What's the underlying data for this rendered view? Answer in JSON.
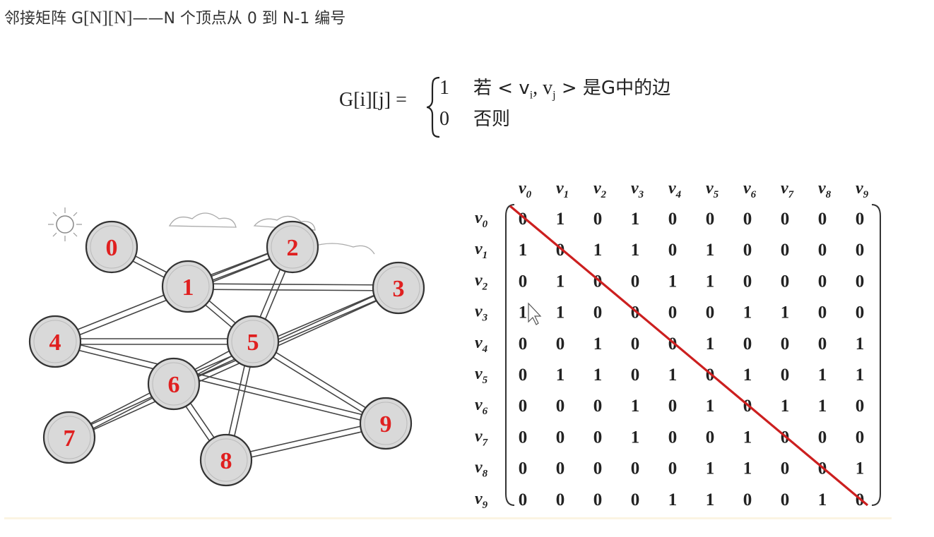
{
  "heading": {
    "prefix": "邻接矩阵 G",
    "bracket1": "[N]",
    "bracket2": "[N]",
    "dash": "——",
    "suffix": "N 个顶点从 0 到 N-1 编号"
  },
  "formula": {
    "lhs": "G[i][j] =",
    "row1": {
      "value": "1",
      "cond_prefix": "若 < v",
      "sub_i": "i",
      "comma": ", v",
      "sub_j": "j",
      "cond_suffix": " > 是G中的边"
    },
    "row2": {
      "value": "0",
      "cond": "否则"
    }
  },
  "graph": {
    "vertices": [
      "0",
      "1",
      "2",
      "3",
      "4",
      "5",
      "6",
      "7",
      "8",
      "9"
    ],
    "vertex_number_color": "#e02020",
    "vertex_fill": "#d9d9d9",
    "edges": [
      [
        0,
        1
      ],
      [
        1,
        2
      ],
      [
        1,
        3
      ],
      [
        1,
        5
      ],
      [
        2,
        4
      ],
      [
        2,
        5
      ],
      [
        3,
        6
      ],
      [
        3,
        7
      ],
      [
        4,
        5
      ],
      [
        4,
        9
      ],
      [
        5,
        6
      ],
      [
        5,
        8
      ],
      [
        5,
        9
      ],
      [
        6,
        8
      ],
      [
        7,
        6
      ],
      [
        8,
        9
      ]
    ]
  },
  "matrix": {
    "row_labels": [
      "v0",
      "v1",
      "v2",
      "v3",
      "v4",
      "v5",
      "v6",
      "v7",
      "v8",
      "v9"
    ],
    "col_labels": [
      "v0",
      "v1",
      "v2",
      "v3",
      "v4",
      "v5",
      "v6",
      "v7",
      "v8",
      "v9"
    ],
    "rows": [
      [
        0,
        1,
        0,
        1,
        0,
        0,
        0,
        0,
        0,
        0
      ],
      [
        1,
        0,
        1,
        1,
        0,
        1,
        0,
        0,
        0,
        0
      ],
      [
        0,
        1,
        0,
        0,
        1,
        1,
        0,
        0,
        0,
        0
      ],
      [
        1,
        1,
        0,
        0,
        0,
        0,
        1,
        1,
        0,
        0
      ],
      [
        0,
        0,
        1,
        0,
        0,
        1,
        0,
        0,
        0,
        1
      ],
      [
        0,
        1,
        1,
        0,
        1,
        0,
        1,
        0,
        1,
        1
      ],
      [
        0,
        0,
        0,
        1,
        0,
        1,
        0,
        1,
        1,
        0
      ],
      [
        0,
        0,
        0,
        1,
        0,
        0,
        1,
        0,
        0,
        0
      ],
      [
        0,
        0,
        0,
        0,
        0,
        1,
        1,
        0,
        0,
        1
      ],
      [
        0,
        0,
        0,
        0,
        1,
        1,
        0,
        0,
        1,
        0
      ]
    ],
    "diagonal_line_color": "#cc1f1f"
  }
}
